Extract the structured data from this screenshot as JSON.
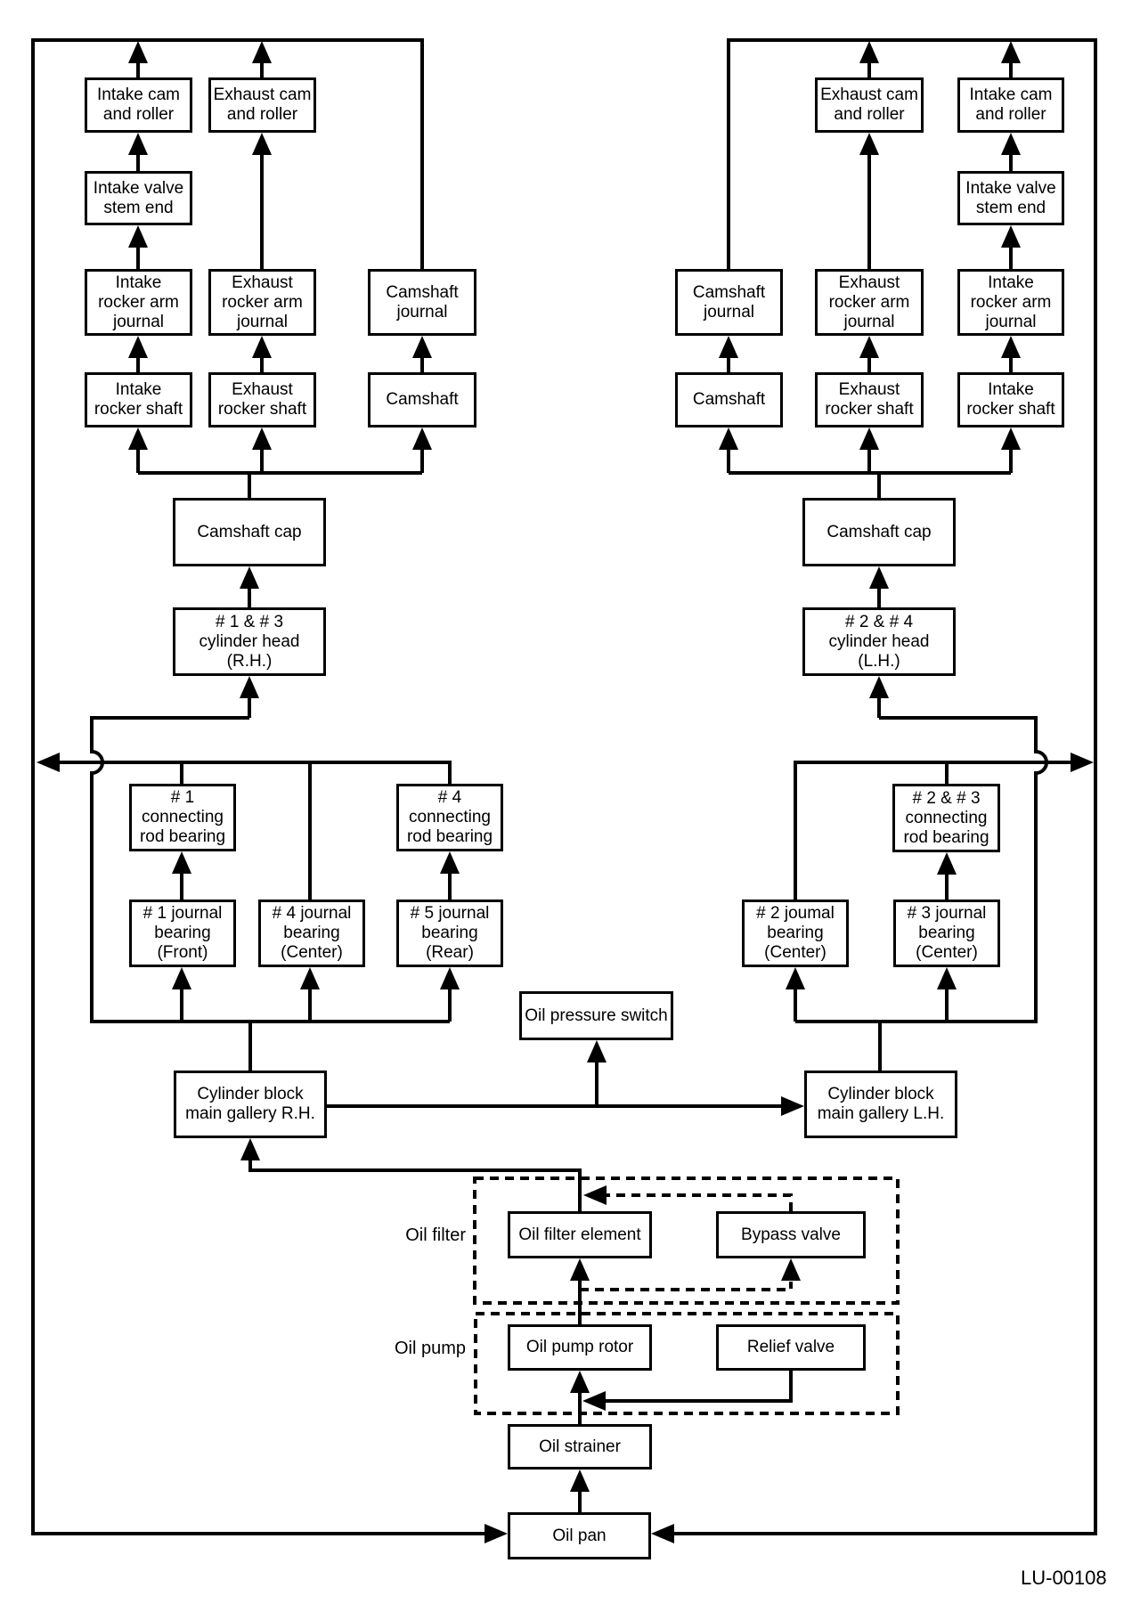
{
  "diagram": {
    "id_label": "LU-00108",
    "groups": {
      "oil_filter": "Oil filter",
      "oil_pump": "Oil pump"
    },
    "nodes": {
      "rh_intake_cam_roller": "Intake cam\nand roller",
      "rh_exhaust_cam_roller": "Exhaust cam\nand roller",
      "rh_intake_valve_stem_end": "Intake valve\nstem end",
      "rh_intake_rocker_arm_journal": "Intake\nrocker arm\njournal",
      "rh_exhaust_rocker_arm_journal": "Exhaust\nrocker arm\njournal",
      "rh_camshaft_journal": "Camshaft\njournal",
      "rh_intake_rocker_shaft": "Intake\nrocker shaft",
      "rh_exhaust_rocker_shaft": "Exhaust\nrocker shaft",
      "rh_camshaft": "Camshaft",
      "rh_camshaft_cap": "Camshaft cap",
      "rh_cylinder_head": "# 1 & # 3\ncylinder head\n(R.H.)",
      "lh_camshaft_journal": "Camshaft\njournal",
      "lh_exhaust_rocker_arm_journal": "Exhaust\nrocker arm\njournal",
      "lh_intake_rocker_arm_journal": "Intake\nrocker arm\njournal",
      "lh_exhaust_cam_roller": "Exhaust cam\nand roller",
      "lh_intake_cam_roller": "Intake cam\nand roller",
      "lh_intake_valve_stem_end": "Intake valve\nstem end",
      "lh_camshaft": "Camshaft",
      "lh_exhaust_rocker_shaft": "Exhaust\nrocker shaft",
      "lh_intake_rocker_shaft": "Intake\nrocker shaft",
      "lh_camshaft_cap": "Camshaft cap",
      "lh_cylinder_head": "# 2 & # 4\ncylinder head\n(L.H.)",
      "crb_1": "# 1\nconnecting\nrod bearing",
      "crb_4": "# 4\nconnecting\nrod bearing",
      "crb_2_3": "# 2 & # 3\nconnecting\nrod bearing",
      "jb_1": "# 1 journal\nbearing\n(Front)",
      "jb_4": "# 4 journal\nbearing\n(Center)",
      "jb_5": "# 5 journal\nbearing\n(Rear)",
      "jb_2": "# 2 joumal\nbearing\n(Center)",
      "jb_3": "# 3 journal\nbearing\n(Center)",
      "oil_pressure_switch": "Oil pressure switch",
      "gallery_rh": "Cylinder block\nmain gallery R.H.",
      "gallery_lh": "Cylinder block\nmain gallery L.H.",
      "oil_filter_element": "Oil filter element",
      "bypass_valve": "Bypass valve",
      "oil_pump_rotor": "Oil pump rotor",
      "relief_valve": "Relief valve",
      "oil_strainer": "Oil strainer",
      "oil_pan": "Oil pan"
    }
  }
}
